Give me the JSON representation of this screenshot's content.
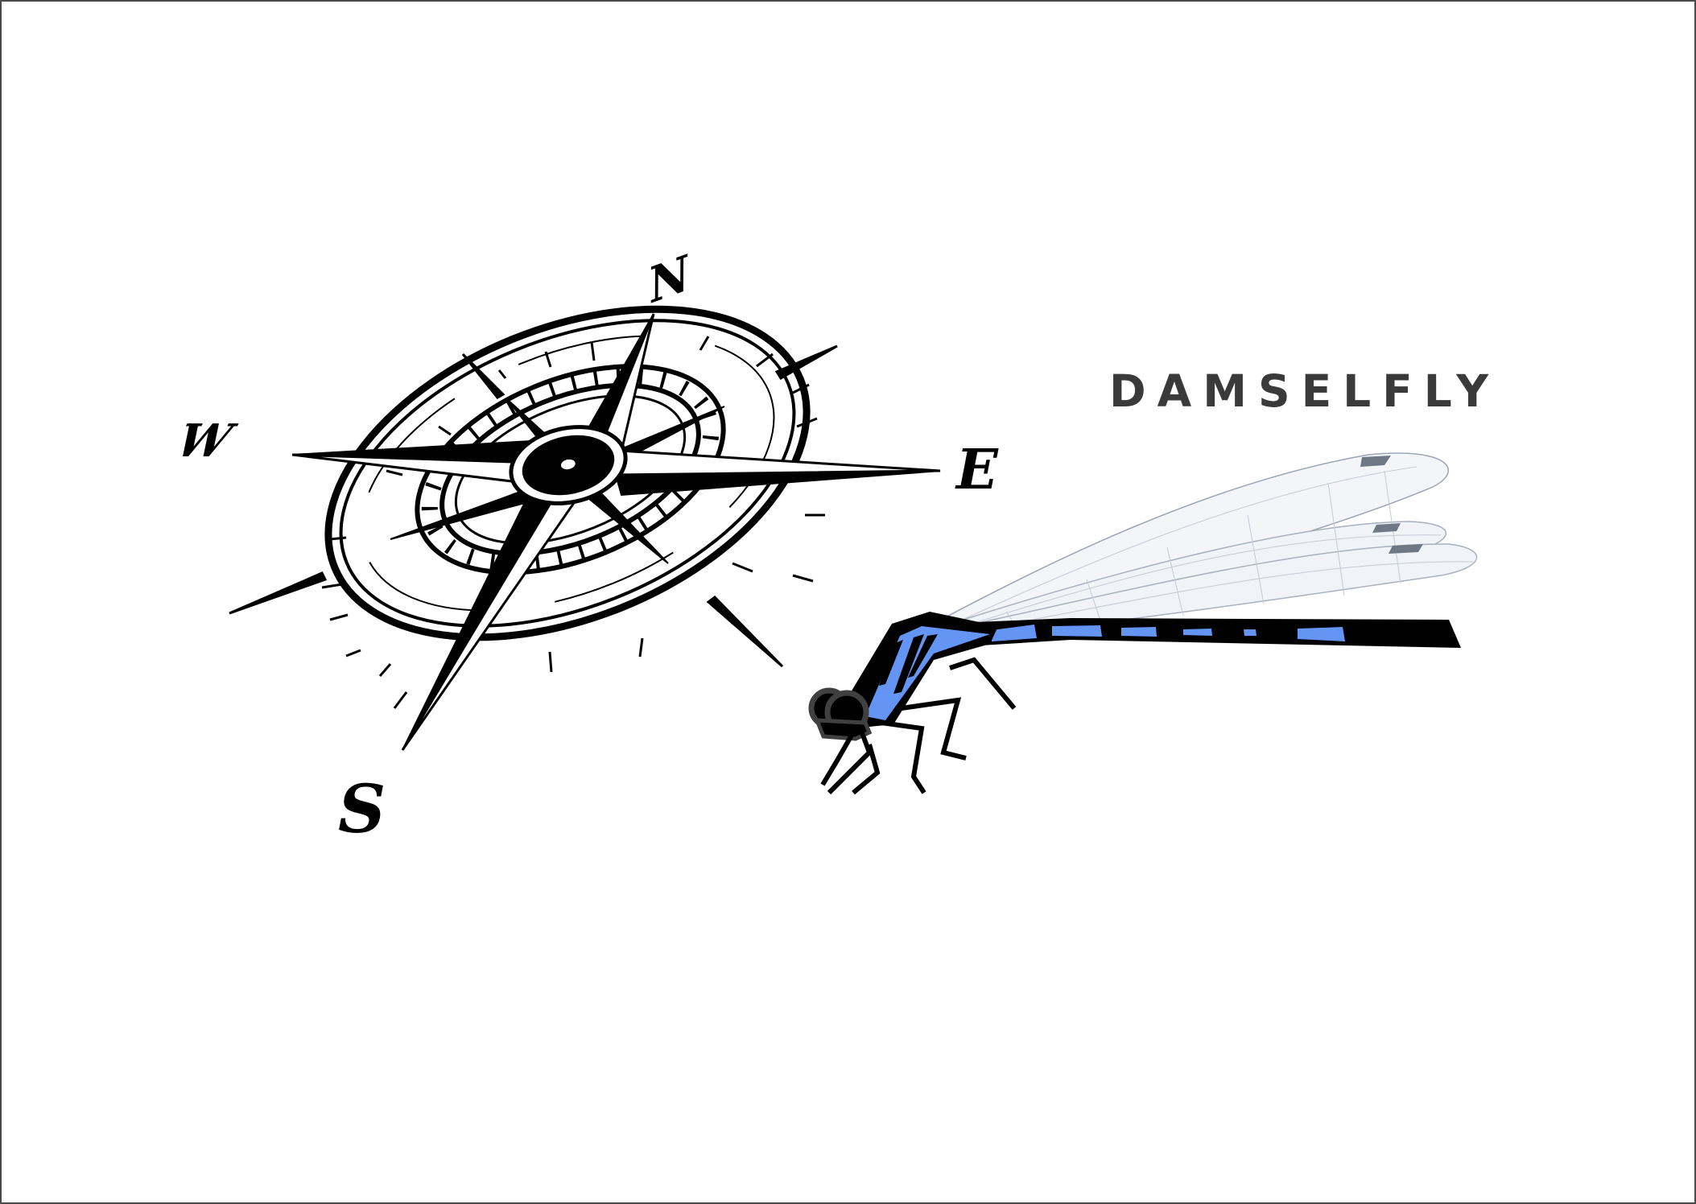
{
  "logo": {
    "wordmark": "damselfly",
    "text_color": "#3a3a3a",
    "accent_color": "#6495f5"
  },
  "compass": {
    "labels": {
      "north": "N",
      "south": "S",
      "east": "E",
      "west": "W"
    },
    "icon": "compass-rose-icon"
  },
  "illustration": {
    "icon": "damselfly-icon",
    "body_color": "#6495f5",
    "outline_color": "#000000",
    "eye_color": "#404040"
  },
  "frame": {
    "border_color": "#4a4a4a",
    "background": "#ffffff"
  }
}
